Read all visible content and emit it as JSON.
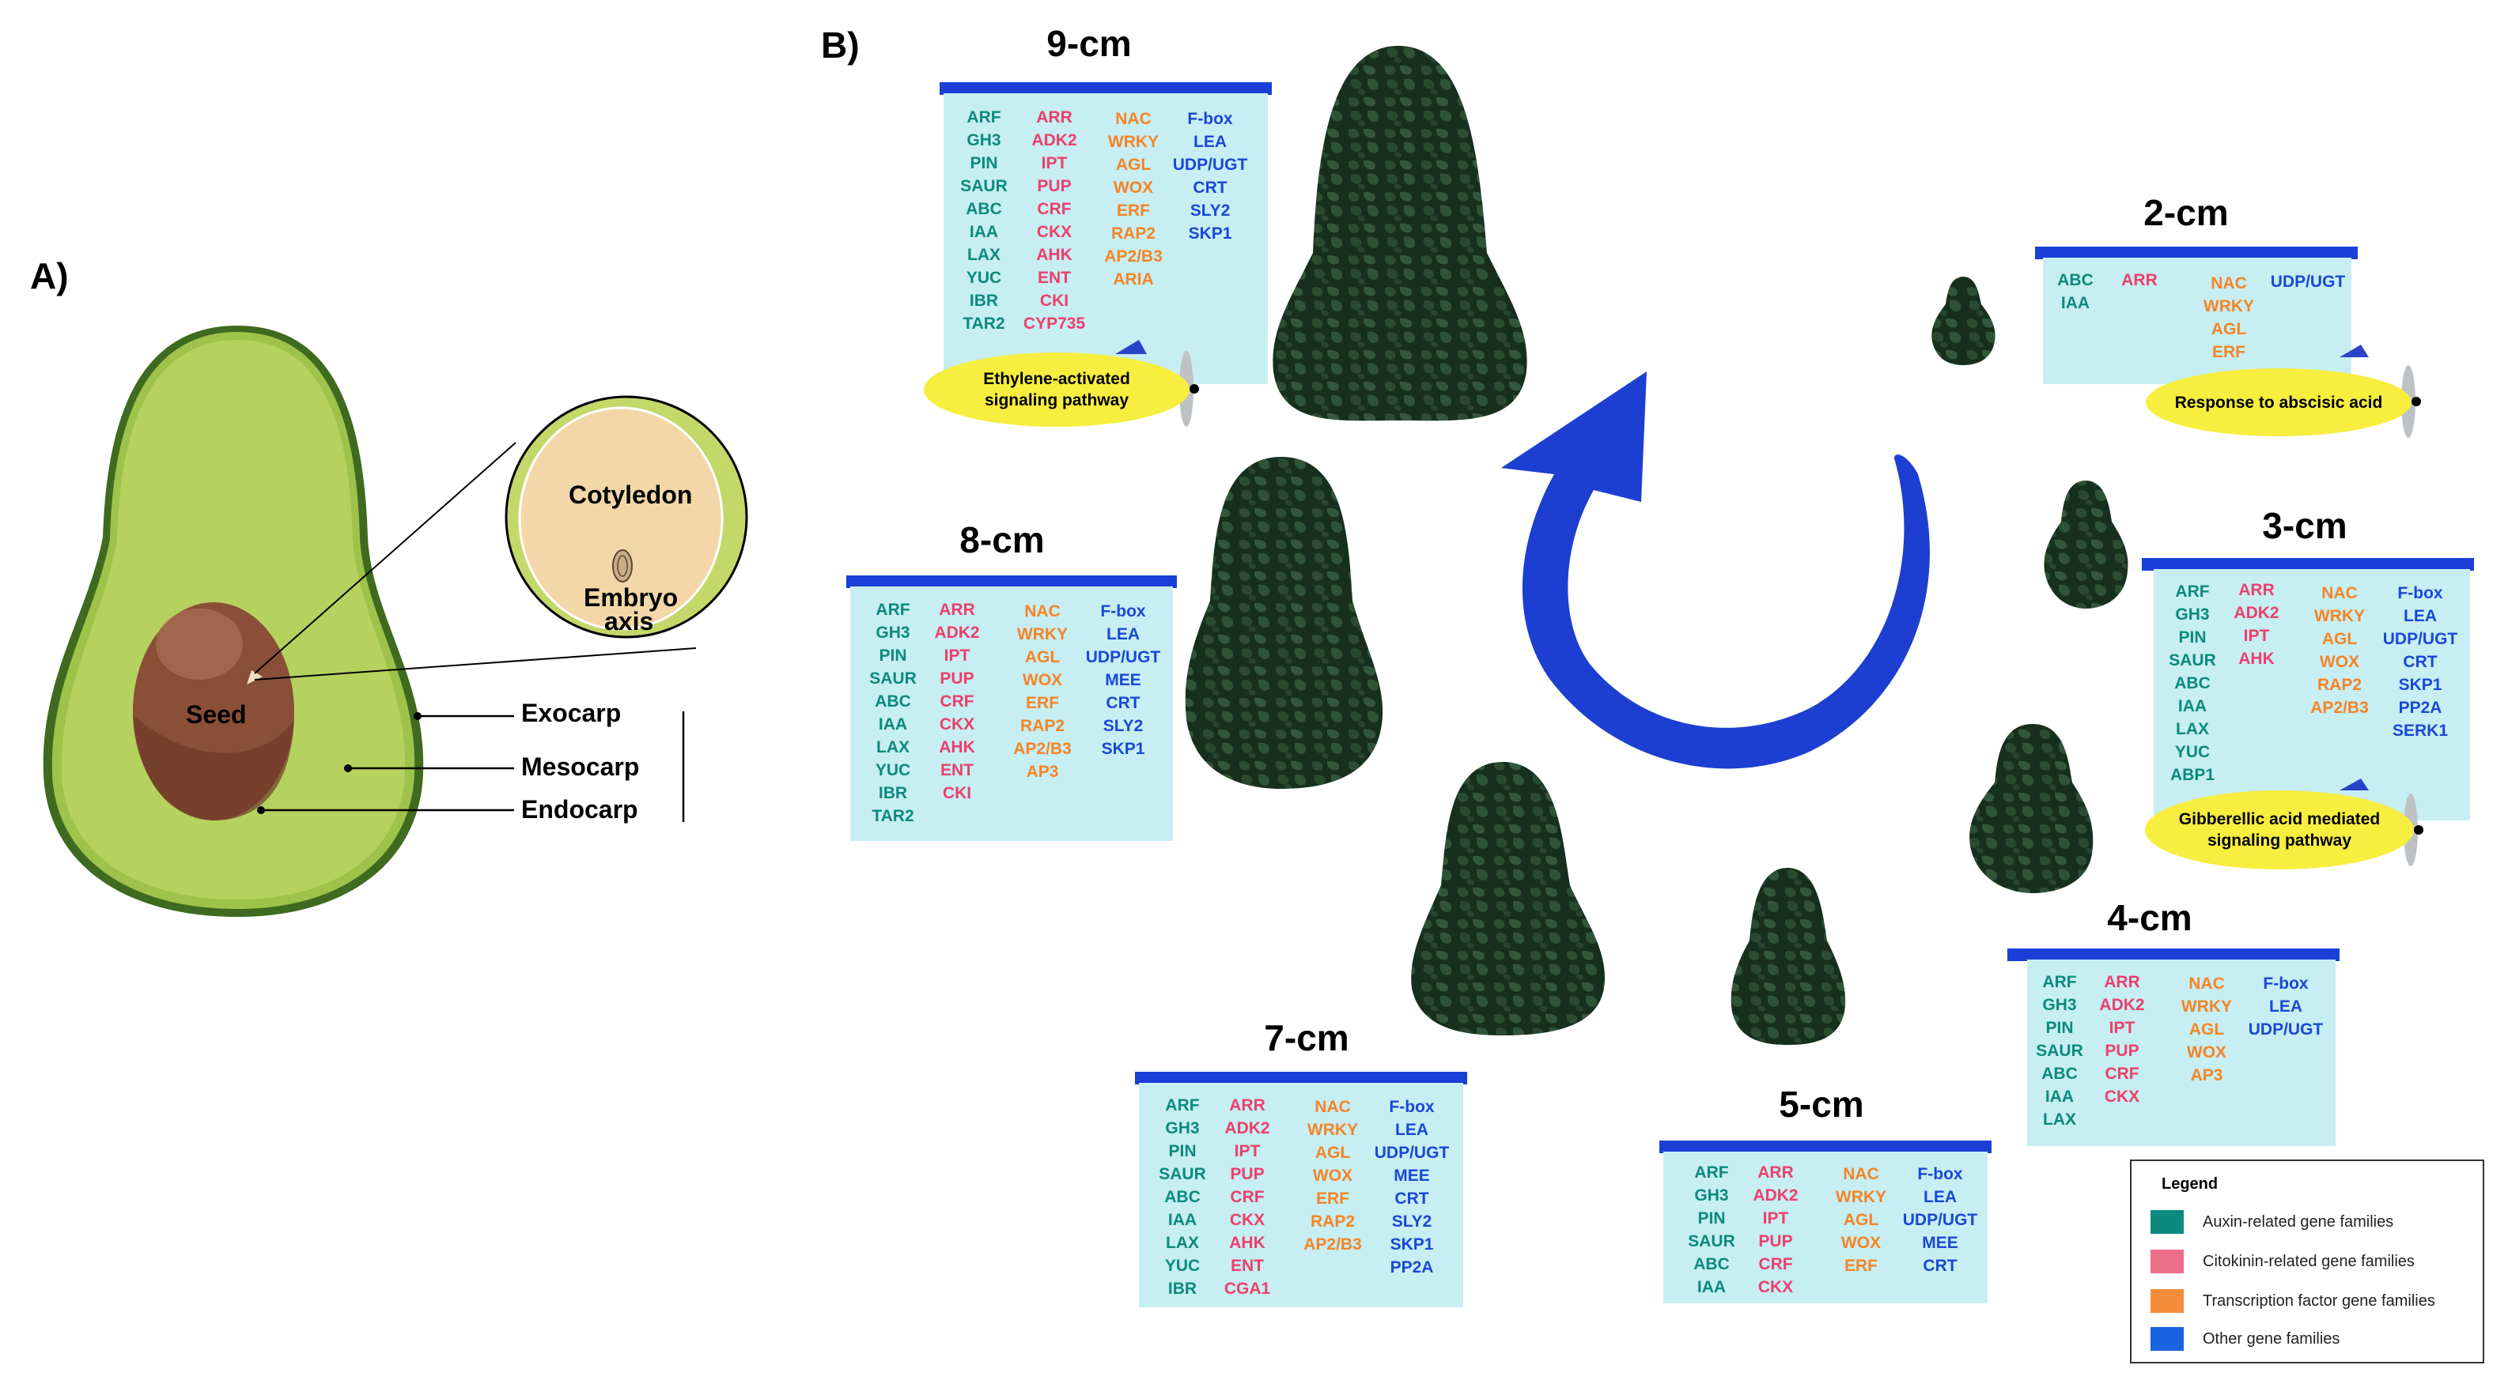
{
  "panel_a": {
    "label": "A)",
    "parts": {
      "cotyledon": "Cotyledon",
      "embryo_axis_line1": "Embryo",
      "embryo_axis_line2": "axis",
      "seed": "Seed",
      "exocarp": "Exocarp",
      "mesocarp": "Mesocarp",
      "endocarp": "Endocarp"
    }
  },
  "panel_b": {
    "label": "B)",
    "stages": {
      "s9": {
        "title": "9-cm",
        "auxin": [
          "ARF",
          "GH3",
          "PIN",
          "SAUR",
          "ABC",
          "IAA",
          "LAX",
          "YUC",
          "IBR",
          "TAR2"
        ],
        "cytokinin": [
          "ARR",
          "ADK2",
          "IPT",
          "PUP",
          "CRF",
          "CKX",
          "AHK",
          "ENT",
          "CKI",
          "CYP735"
        ],
        "tf": [
          "NAC",
          "WRKY",
          "AGL",
          "WOX",
          "ERF",
          "RAP2",
          "AP2/B3",
          "ARIA"
        ],
        "other": [
          "F-box",
          "LEA",
          "UDP/UGT",
          "CRT",
          "SLY2",
          "SKP1"
        ],
        "pathway": "Ethylene-activated signaling pathway",
        "pathway_line1": "Ethylene-activated",
        "pathway_line2": "signaling pathway"
      },
      "s2": {
        "title": "2-cm",
        "auxin": [
          "ABC",
          "IAA"
        ],
        "cytokinin": [
          "ARR"
        ],
        "tf": [
          "NAC",
          "WRKY",
          "AGL",
          "ERF"
        ],
        "other": [
          "UDP/UGT"
        ],
        "pathway_line1": "Response to abscisic acid"
      },
      "s3": {
        "title": "3-cm",
        "auxin": [
          "ARF",
          "GH3",
          "PIN",
          "SAUR",
          "ABC",
          "IAA",
          "LAX",
          "YUC",
          "ABP1"
        ],
        "cytokinin": [
          "ARR",
          "ADK2",
          "IPT",
          "AHK"
        ],
        "tf": [
          "NAC",
          "WRKY",
          "AGL",
          "WOX",
          "RAP2",
          "AP2/B3"
        ],
        "other": [
          "F-box",
          "LEA",
          "UDP/UGT",
          "CRT",
          "SKP1",
          "PP2A",
          "SERK1"
        ],
        "pathway_line1": "Gibberellic acid mediated",
        "pathway_line2": "signaling pathway"
      },
      "s4": {
        "title": "4-cm",
        "auxin": [
          "ARF",
          "GH3",
          "PIN",
          "SAUR",
          "ABC",
          "IAA",
          "LAX"
        ],
        "cytokinin": [
          "ARR",
          "ADK2",
          "IPT",
          "PUP",
          "CRF",
          "CKX"
        ],
        "tf": [
          "NAC",
          "WRKY",
          "AGL",
          "WOX",
          "AP3"
        ],
        "other": [
          "F-box",
          "LEA",
          "UDP/UGT"
        ]
      },
      "s5": {
        "title": "5-cm",
        "auxin": [
          "ARF",
          "GH3",
          "PIN",
          "SAUR",
          "ABC",
          "IAA"
        ],
        "cytokinin": [
          "ARR",
          "ADK2",
          "IPT",
          "PUP",
          "CRF",
          "CKX"
        ],
        "tf": [
          "NAC",
          "WRKY",
          "AGL",
          "WOX",
          "ERF"
        ],
        "other": [
          "F-box",
          "LEA",
          "UDP/UGT",
          "MEE",
          "CRT"
        ]
      },
      "s7": {
        "title": "7-cm",
        "auxin": [
          "ARF",
          "GH3",
          "PIN",
          "SAUR",
          "ABC",
          "IAA",
          "LAX",
          "YUC",
          "IBR"
        ],
        "cytokinin": [
          "ARR",
          "ADK2",
          "IPT",
          "PUP",
          "CRF",
          "CKX",
          "AHK",
          "ENT",
          "CGA1"
        ],
        "tf": [
          "NAC",
          "WRKY",
          "AGL",
          "WOX",
          "ERF",
          "RAP2",
          "AP2/B3"
        ],
        "other": [
          "F-box",
          "LEA",
          "UDP/UGT",
          "MEE",
          "CRT",
          "SLY2",
          "SKP1",
          "PP2A"
        ]
      },
      "s8": {
        "title": "8-cm",
        "auxin": [
          "ARF",
          "GH3",
          "PIN",
          "SAUR",
          "ABC",
          "IAA",
          "LAX",
          "YUC",
          "IBR",
          "TAR2"
        ],
        "cytokinin": [
          "ARR",
          "ADK2",
          "IPT",
          "PUP",
          "CRF",
          "CKX",
          "AHK",
          "ENT",
          "CKI"
        ],
        "tf": [
          "NAC",
          "WRKY",
          "AGL",
          "WOX",
          "ERF",
          "RAP2",
          "AP2/B3",
          "AP3"
        ],
        "other": [
          "F-box",
          "LEA",
          "UDP/UGT",
          "MEE",
          "CRT",
          "SLY2",
          "SKP1"
        ]
      }
    },
    "legend": {
      "title": "Legend",
      "items": [
        {
          "label": "Auxin-related gene families",
          "color": "#0b8a7f"
        },
        {
          "label": "Citokinin-related gene families",
          "color": "#ec6f8a"
        },
        {
          "label": "Transcription factor gene families",
          "color": "#f58c3a"
        },
        {
          "label": "Other gene families",
          "color": "#1a62e0"
        }
      ]
    }
  }
}
